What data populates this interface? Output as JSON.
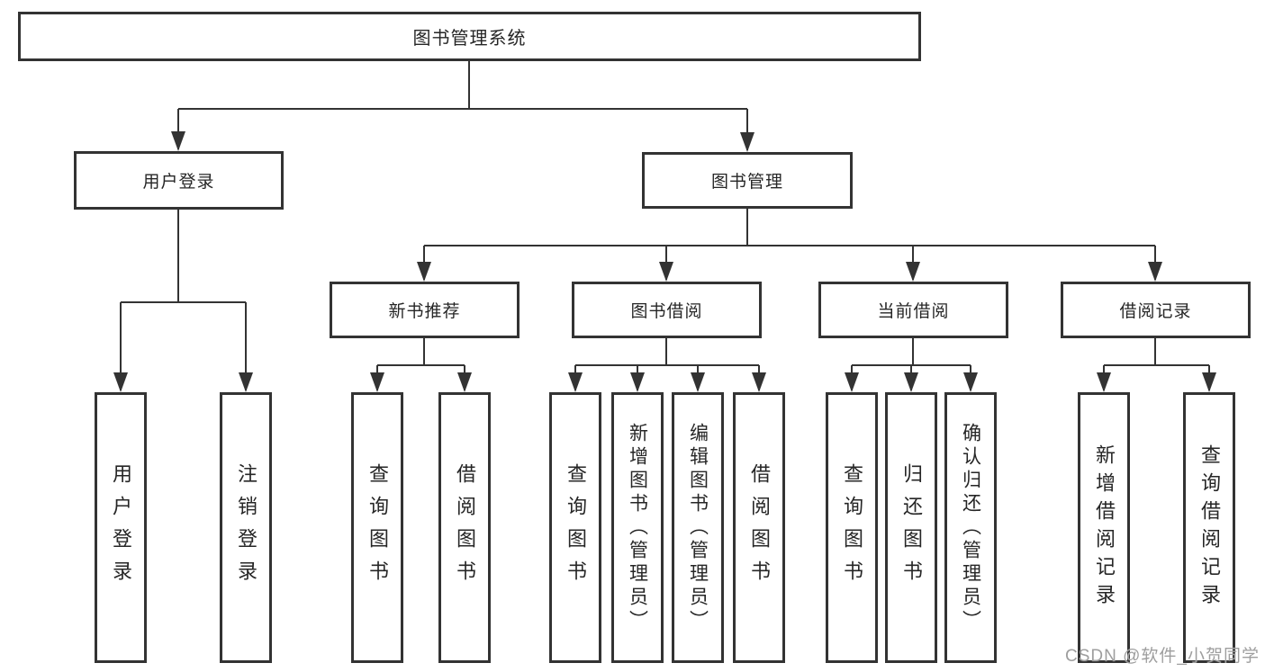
{
  "title": "图书管理系统",
  "watermark": "CSDN @软件_小贺同学",
  "colors": {
    "line": "#333333",
    "text": "#262626",
    "watermark": "#9e9e9e",
    "background": "#ffffff"
  },
  "nodes": {
    "root": "图书管理系统",
    "user_login": "用户登录",
    "book_management": "图书管理",
    "new_book_recommend": "新书推荐",
    "book_borrowing": "图书借阅",
    "current_borrowing": "当前借阅",
    "borrowing_records": "借阅记录",
    "ul_user_login": "用户登录",
    "ul_logout": "注销登录",
    "nb_query_books": "查询图书",
    "nb_borrow_books": "借阅图书",
    "bb_query_books": "查询图书",
    "bb_add_books_admin": "新增图书（管理员）",
    "bb_edit_books_admin": "编辑图书（管理员）",
    "bb_borrow_books": "借阅图书",
    "cb_query_books": "查询图书",
    "cb_return_books": "归还图书",
    "cb_confirm_return_admin": "确认归还（管理员）",
    "br_add_record": "新增借阅记录",
    "br_query_record": "查询借阅记录"
  }
}
